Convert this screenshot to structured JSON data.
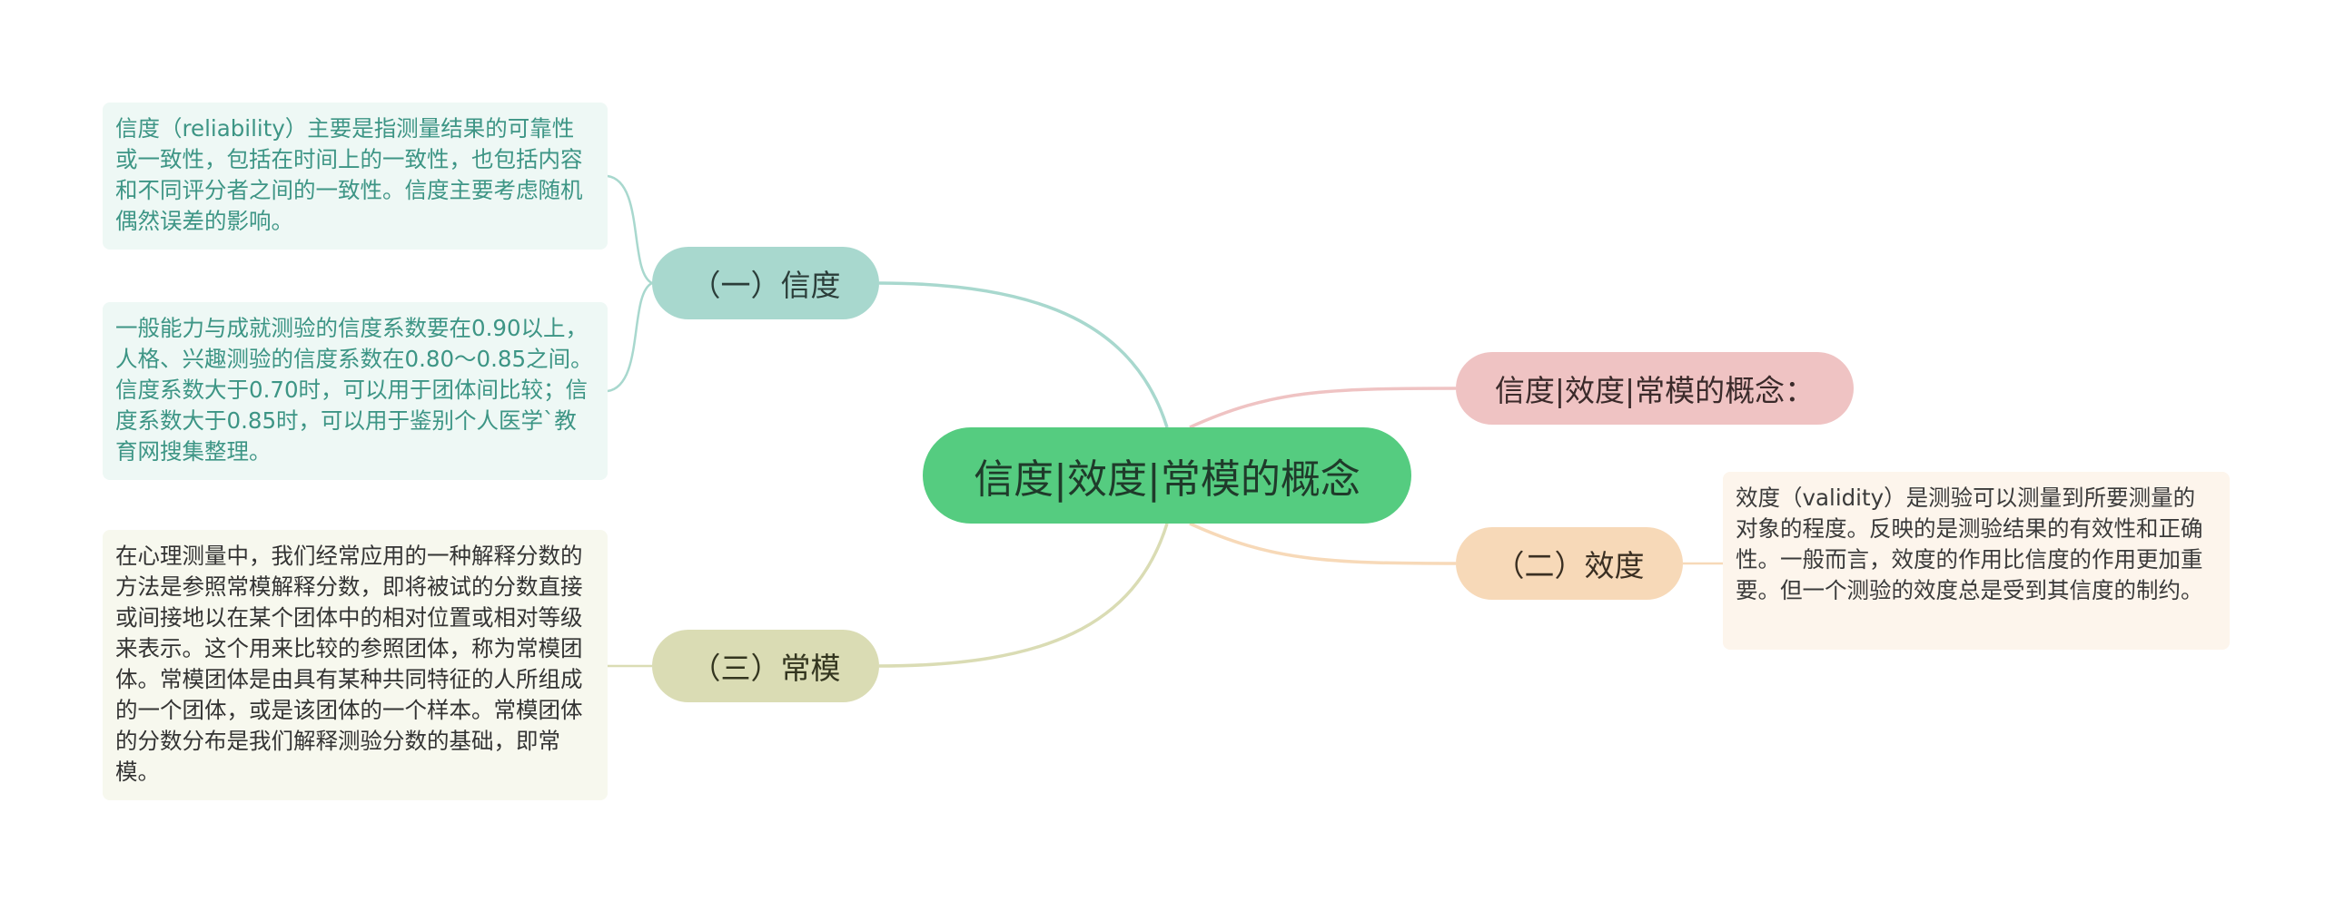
{
  "diagram": {
    "root": {
      "label": "信度|效度|常模的概念",
      "color": "#55cc80"
    },
    "branches": {
      "reliability": {
        "label": "（一）信度",
        "color": "#a8d8ce",
        "notes": [
          "信度（reliability）主要是指测量结果的可靠性或一致性，包括在时间上的一致性，也包括内容和不同评分者之间的一致性。信度主要考虑随机偶然误差的影响。",
          "一般能力与成就测验的信度系数要在0.90以上，人格、兴趣测验的信度系数在0.80～0.85之间。信度系数大于0.70时，可以用于团体间比较；信度系数大于0.85时，可以用于鉴别个人医学`教育网搜集整理。"
        ]
      },
      "concept": {
        "label": "信度|效度|常模的概念：",
        "color": "#efc3c3"
      },
      "validity": {
        "label": "（二）效度",
        "color": "#f7d9b8",
        "note": "效度（validity）是测验可以测量到所要测量的对象的程度。反映的是测验结果的有效性和正确性。一般而言，效度的作用比信度的作用更加重要。但一个测验的效度总是受到其信度的制约。"
      },
      "norm": {
        "label": "（三）常模",
        "color": "#dadcb4",
        "note": "在心理测量中，我们经常应用的一种解释分数的方法是参照常模解释分数，即将被试的分数直接或间接地以在某个团体中的相对位置或相对等级来表示。这个用来比较的参照团体，称为常模团体。常模团体是由具有某种共同特征的人所组成的一个团体，或是该团体的一个样本。常模团体的分数分布是我们解释测验分数的基础，即常模。"
      }
    }
  }
}
